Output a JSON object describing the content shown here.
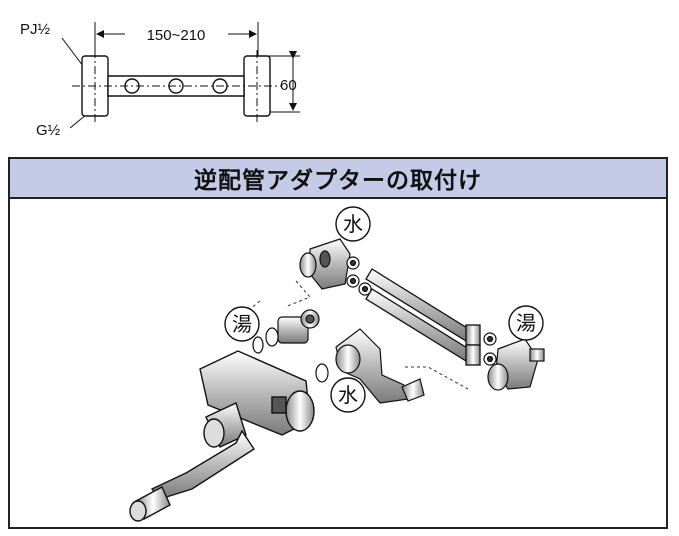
{
  "dimensions": {
    "inlet_thread": "PJ½",
    "outlet_thread": "G½",
    "span": "150~210",
    "height": "60"
  },
  "panel": {
    "title": "逆配管アダプターの取付け"
  },
  "labels": {
    "cold_top": "水",
    "cold_middle": "水",
    "hot_left": "湯",
    "hot_right": "湯"
  }
}
